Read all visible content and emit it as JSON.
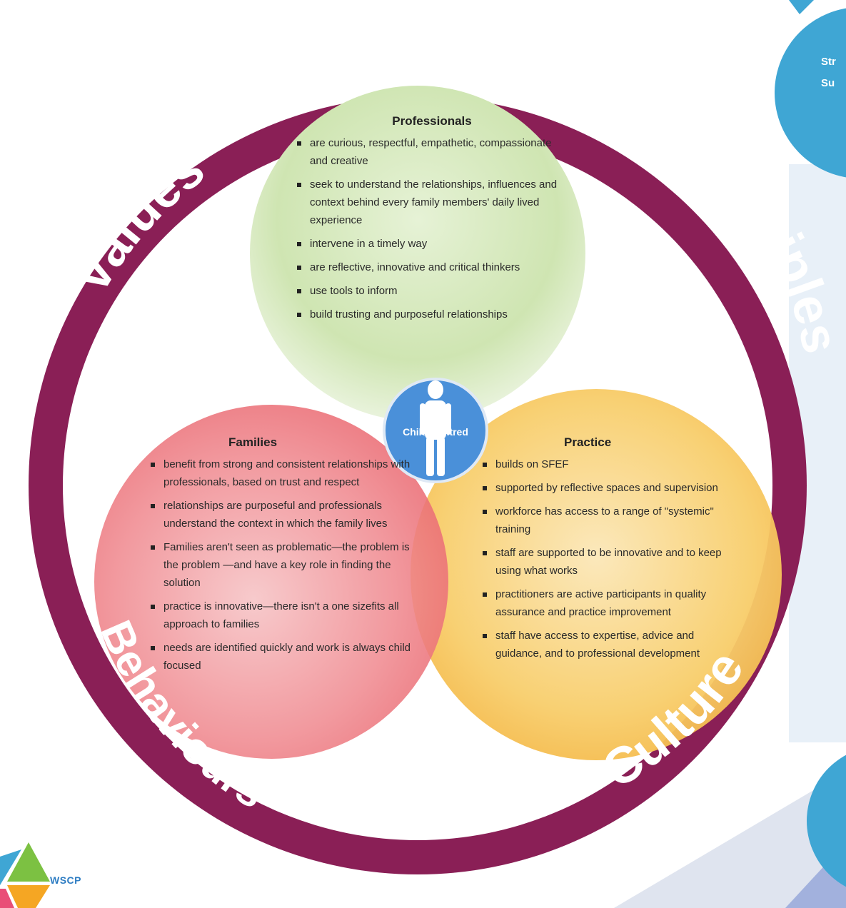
{
  "ring_words": {
    "top_left": "Values",
    "top_right": "Principles",
    "bottom_left": "Behaviours",
    "bottom_right": "Culture"
  },
  "center": {
    "label": "Child Centred",
    "icon": "child-figure-icon"
  },
  "professionals": {
    "title": "Professionals",
    "items": [
      "are curious, respectful, empathetic, compassionate and creative",
      "seek to understand the relationships, influences and context behind every family members' daily lived experience",
      "intervene in a timely way",
      "are reflective, innovative and critical thinkers",
      "use tools to inform",
      "build trusting and purposeful relationships"
    ]
  },
  "families": {
    "title": "Families",
    "items": [
      "benefit from strong and consistent relationships with professionals, based on trust and respect",
      "relationships are purposeful and professionals understand the context in which the family lives",
      "Families aren't seen as problematic—the problem is the problem —and have a key role in finding the solution",
      "practice is innovative—there isn't a one sizefits all approach to families",
      "needs are identified quickly and work is always child focused"
    ]
  },
  "practice": {
    "title": "Practice",
    "items": [
      "builds on SFEF",
      "supported by reflective spaces and supervision",
      "workforce has access to a range of \"systemic\" training",
      "staff are supported to be innovative and to keep using what works",
      "practitioners are active participants in quality assurance and practice improvement",
      "staff have access to expertise, advice and guidance, and to professional development"
    ]
  },
  "side_partial": {
    "line1": "Str",
    "line2": "Su"
  },
  "logo": {
    "text": "WSCP",
    "icon": "wscp-logo-icon"
  },
  "colors": {
    "ring": "#8a1f56",
    "professionals": "#cfe5b2",
    "families": "#ef7f86",
    "practice": "#f7c65a",
    "center_circle": "#4a90d9",
    "side_circle": "#3fa6d4",
    "side_panel": "#e4eef7",
    "logo_text": "#2e7dc3"
  }
}
